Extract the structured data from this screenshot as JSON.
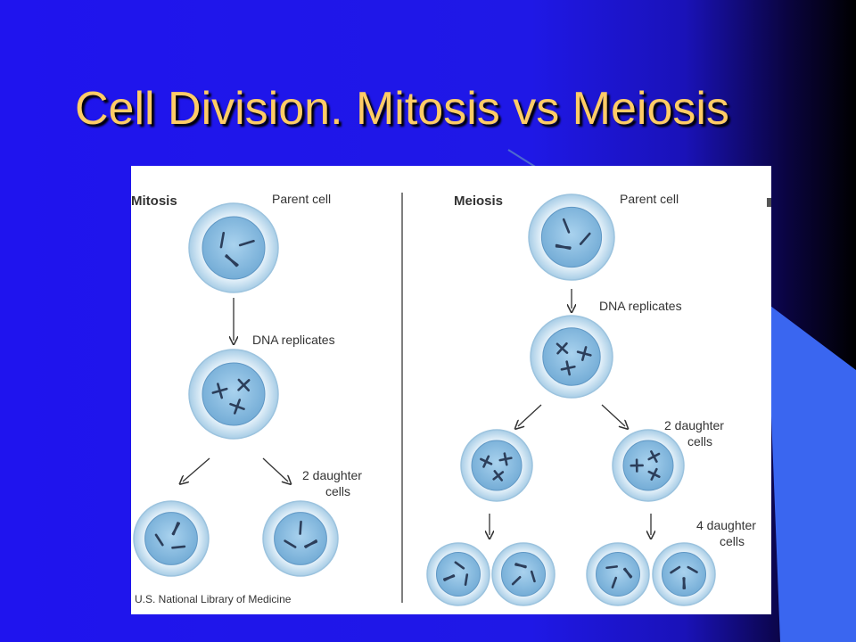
{
  "slide": {
    "title": "Cell Division. Mitosis vs Meiosis"
  },
  "diagram": {
    "mitosis": {
      "heading": "Mitosis",
      "parent_label": "Parent cell",
      "replicate_label": "DNA replicates",
      "daughters_label_line1": "2 daughter",
      "daughters_label_line2": "cells"
    },
    "meiosis": {
      "heading": "Meiosis",
      "parent_label": "Parent cell",
      "replicate_label": "DNA replicates",
      "two_daughters_line1": "2 daughter",
      "two_daughters_line2": "cells",
      "four_daughters_line1": "4 daughter",
      "four_daughters_line2": "cells"
    },
    "credit": "U.S. National Library of Medicine"
  },
  "colors": {
    "cell_outer": "#d6e9f5",
    "cell_nucleus": "#8fbfe0",
    "chromosome": "#2c3e5a",
    "title": "#ffcc66",
    "accent_shape": "#3a66f0"
  }
}
